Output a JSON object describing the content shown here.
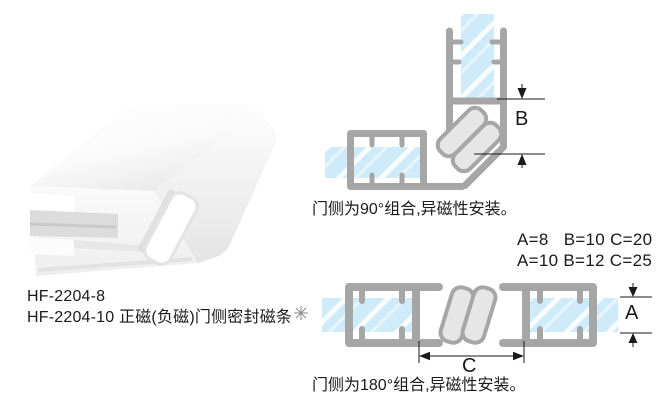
{
  "title_block": {
    "model_line1": "HF-2204-8",
    "model_line2": "HF-2204-10",
    "description": "正磁(负磁)门侧密封磁条"
  },
  "diagram_90": {
    "caption": "门侧为90°组合,异磁性安装。",
    "dim_b_label": "B"
  },
  "diagram_180": {
    "caption": "门侧为180°组合,异磁性安装。",
    "dim_a_label": "A",
    "dim_c_label": "C"
  },
  "specs": {
    "line1": "A=8   B=10 C=20",
    "line2": "A=10 B=12 C=25"
  },
  "colors": {
    "profile": "#a6a6a6",
    "magnet": "#e6e6e6",
    "glass": "#cfeaf8",
    "dim": "#1a1a1a"
  }
}
